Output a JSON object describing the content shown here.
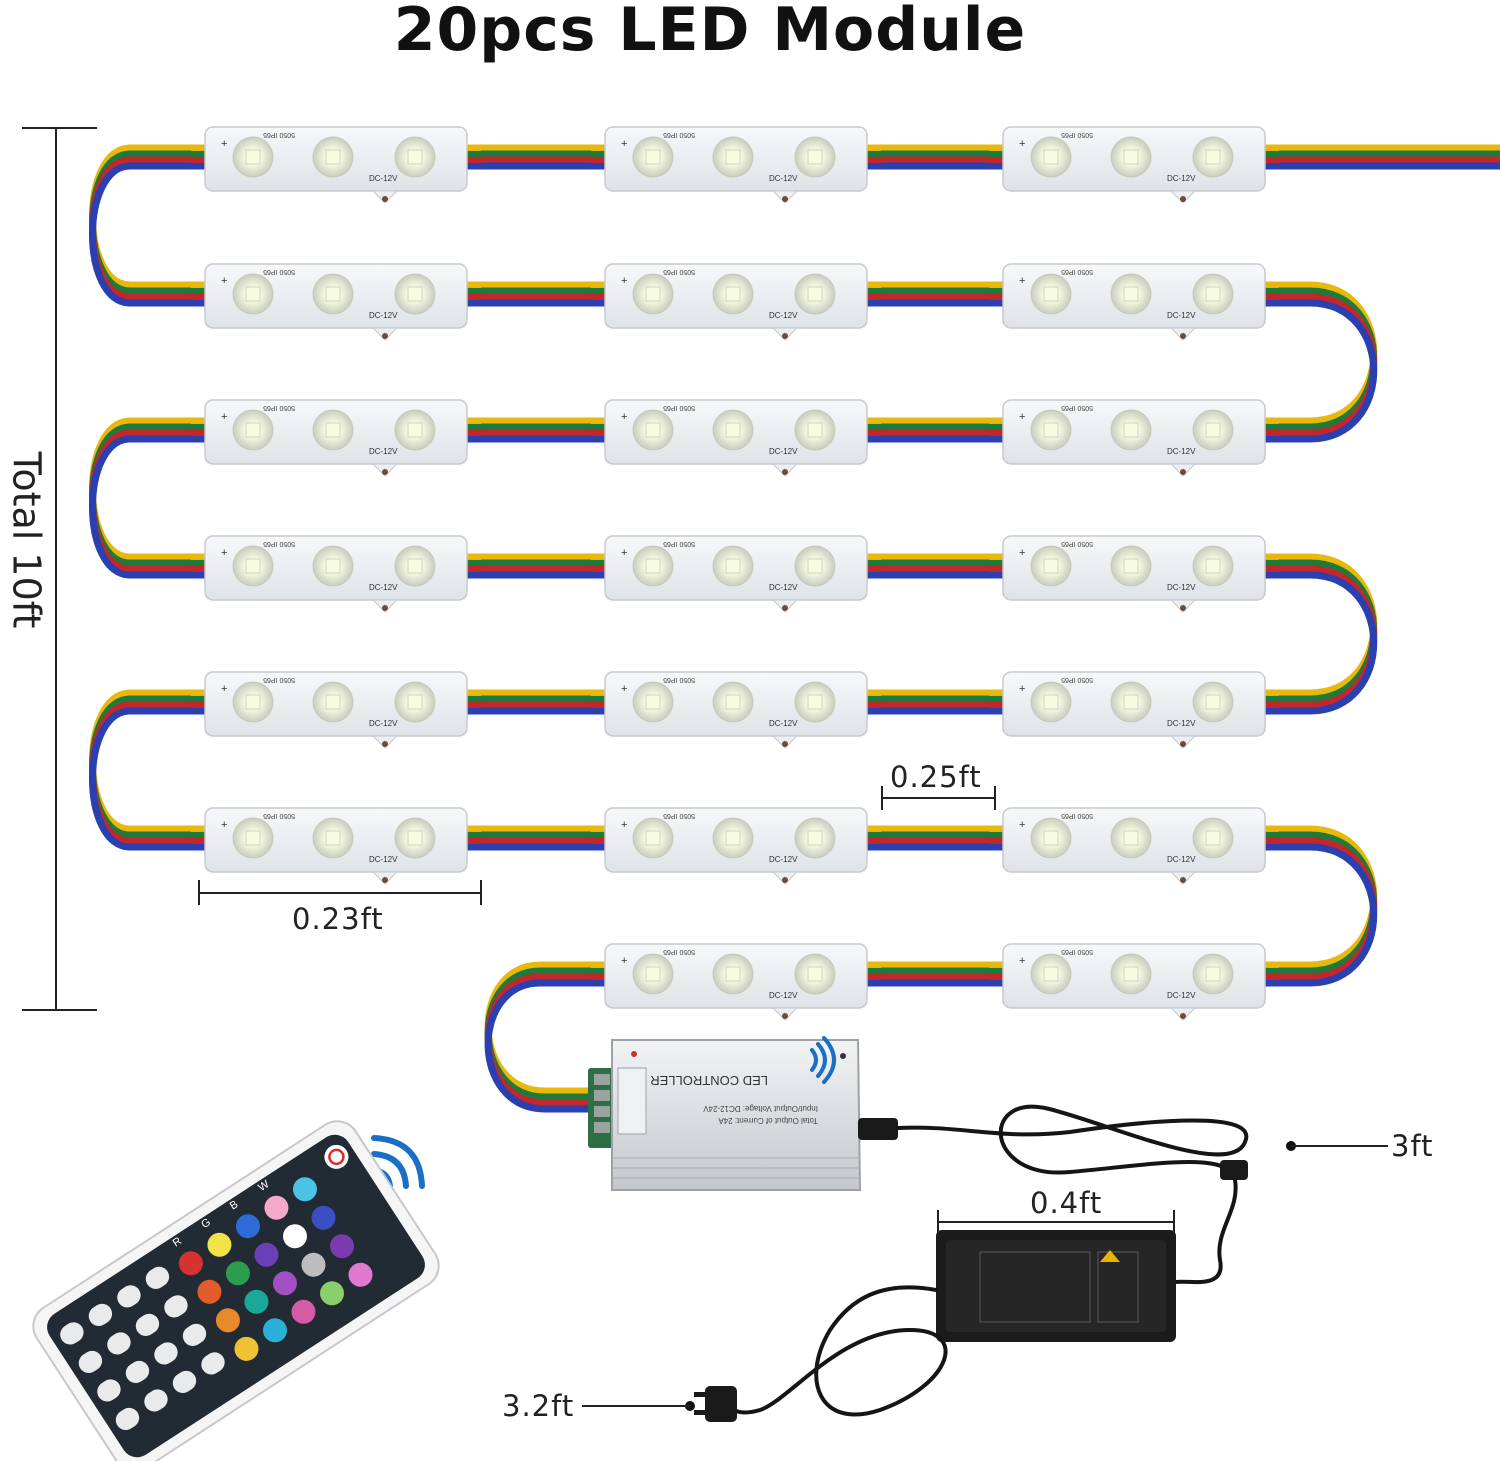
{
  "title": "20pcs LED Module",
  "total_length": "Total 10ft",
  "module_length": "0.23ft",
  "gap_length": "0.25ft",
  "controller_cable": "3ft",
  "adapter_length": "0.4ft",
  "plug_cable": "3.2ft",
  "module": {
    "voltage": "DC-12V",
    "marking": "5050 IP65"
  },
  "controller": {
    "name": "LED CONTROLLER",
    "input": "Input/Output Voltage: DC12-24V",
    "output": "Total Output of Current: 24A"
  },
  "remote": {
    "letters": [
      "R",
      "G",
      "B",
      "W"
    ]
  },
  "colors": {
    "wire_yellow": "#e8b90c",
    "wire_green": "#1f7a3a",
    "wire_red": "#c3262b",
    "wire_blue": "#2a3fb0"
  }
}
